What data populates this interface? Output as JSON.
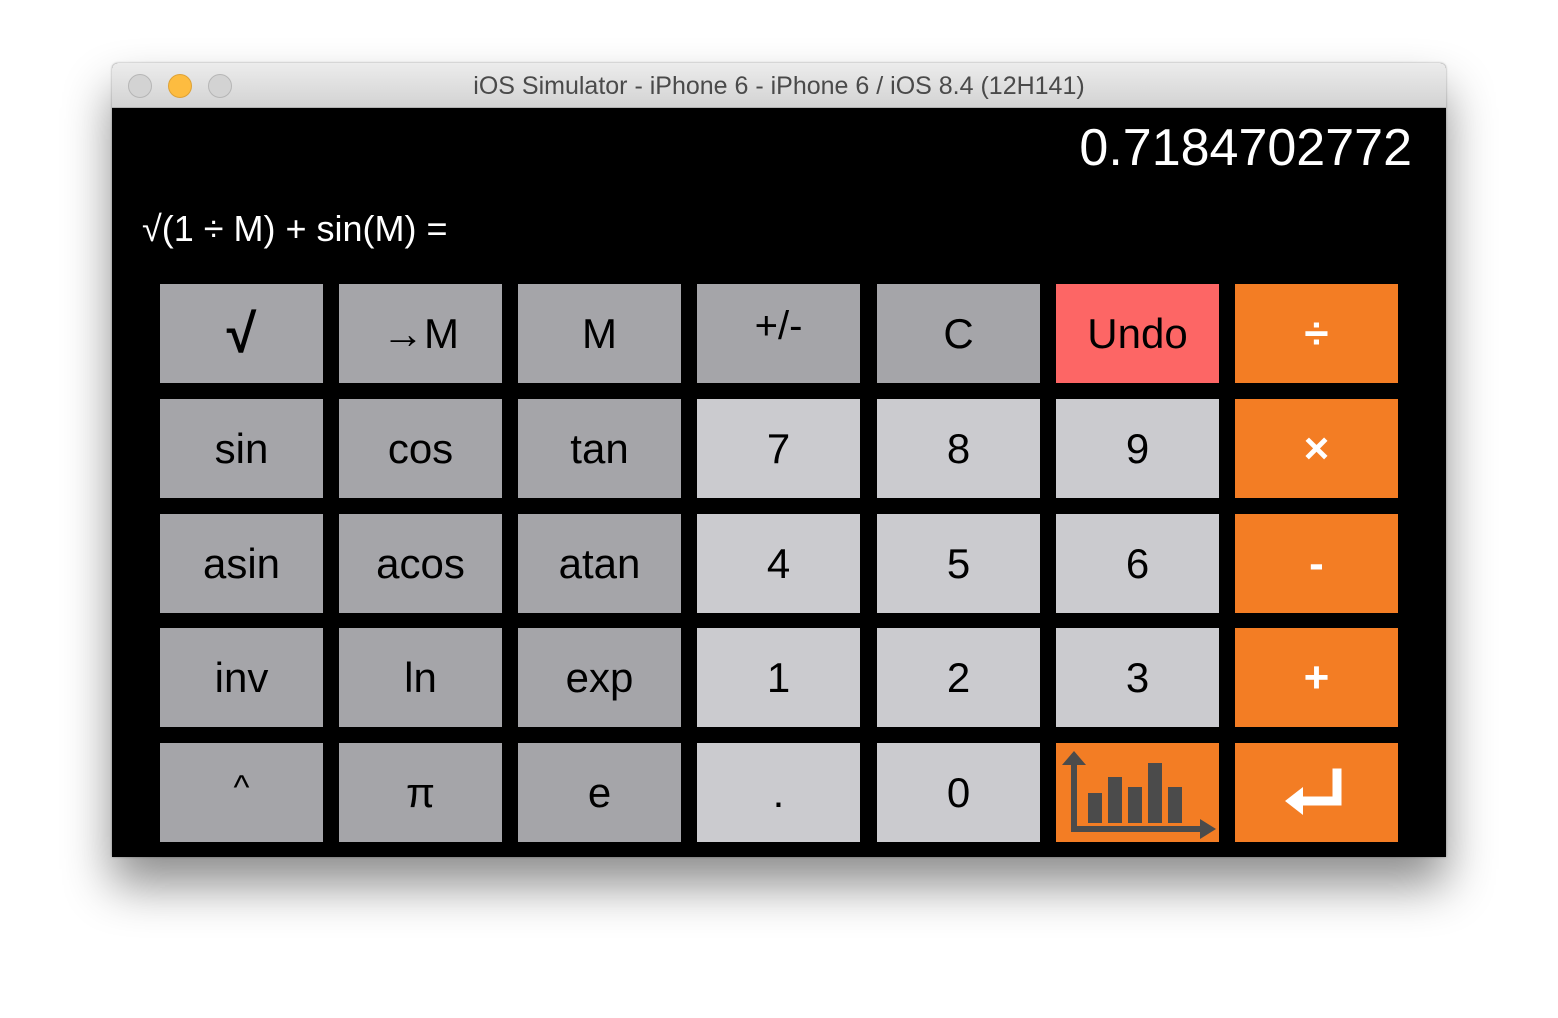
{
  "window": {
    "title": "iOS Simulator - iPhone 6 - iPhone 6 / iOS 8.4 (12H141)",
    "traffic_lights": [
      "close",
      "minimize",
      "zoom"
    ]
  },
  "display": {
    "value": "0.7184702772",
    "expression": "√(1 ÷ M) + sin(M) ="
  },
  "keypad": {
    "rows": [
      [
        {
          "label": "√",
          "type": "function",
          "name": "sqrt"
        },
        {
          "label": "→M",
          "type": "function",
          "name": "store-memory"
        },
        {
          "label": "M",
          "type": "function",
          "name": "memory"
        },
        {
          "label": "+/-",
          "type": "function",
          "name": "plus-minus"
        },
        {
          "label": "C",
          "type": "function",
          "name": "clear"
        },
        {
          "label": "Undo",
          "type": "undo",
          "name": "undo"
        },
        {
          "label": "÷",
          "type": "operator",
          "name": "divide"
        }
      ],
      [
        {
          "label": "sin",
          "type": "function",
          "name": "sin"
        },
        {
          "label": "cos",
          "type": "function",
          "name": "cos"
        },
        {
          "label": "tan",
          "type": "function",
          "name": "tan"
        },
        {
          "label": "7",
          "type": "digit",
          "name": "digit-7"
        },
        {
          "label": "8",
          "type": "digit",
          "name": "digit-8"
        },
        {
          "label": "9",
          "type": "digit",
          "name": "digit-9"
        },
        {
          "label": "×",
          "type": "operator",
          "name": "multiply"
        }
      ],
      [
        {
          "label": "asin",
          "type": "function",
          "name": "asin"
        },
        {
          "label": "acos",
          "type": "function",
          "name": "acos"
        },
        {
          "label": "atan",
          "type": "function",
          "name": "atan"
        },
        {
          "label": "4",
          "type": "digit",
          "name": "digit-4"
        },
        {
          "label": "5",
          "type": "digit",
          "name": "digit-5"
        },
        {
          "label": "6",
          "type": "digit",
          "name": "digit-6"
        },
        {
          "label": "-",
          "type": "operator",
          "name": "subtract"
        }
      ],
      [
        {
          "label": "inv",
          "type": "function",
          "name": "inverse"
        },
        {
          "label": "ln",
          "type": "function",
          "name": "ln"
        },
        {
          "label": "exp",
          "type": "function",
          "name": "exp"
        },
        {
          "label": "1",
          "type": "digit",
          "name": "digit-1"
        },
        {
          "label": "2",
          "type": "digit",
          "name": "digit-2"
        },
        {
          "label": "3",
          "type": "digit",
          "name": "digit-3"
        },
        {
          "label": "+",
          "type": "operator",
          "name": "add"
        }
      ],
      [
        {
          "label": "^",
          "type": "function",
          "name": "power"
        },
        {
          "label": "π",
          "type": "function",
          "name": "pi"
        },
        {
          "label": "e",
          "type": "function",
          "name": "euler"
        },
        {
          "label": ".",
          "type": "digit",
          "name": "decimal-point"
        },
        {
          "label": "0",
          "type": "digit",
          "name": "digit-0"
        },
        {
          "label": "",
          "type": "graph",
          "name": "graph",
          "icon": "bar-chart-icon"
        },
        {
          "label": "",
          "type": "enter",
          "name": "enter",
          "icon": "enter-return-icon"
        }
      ]
    ]
  },
  "colors": {
    "function_key": "#a5a5a9",
    "digit_key": "#cbcbcf",
    "operator_key": "#f37d24",
    "undo_key": "#fd6665",
    "screen_background": "#000000",
    "icon_dark": "#4b4b4b"
  }
}
